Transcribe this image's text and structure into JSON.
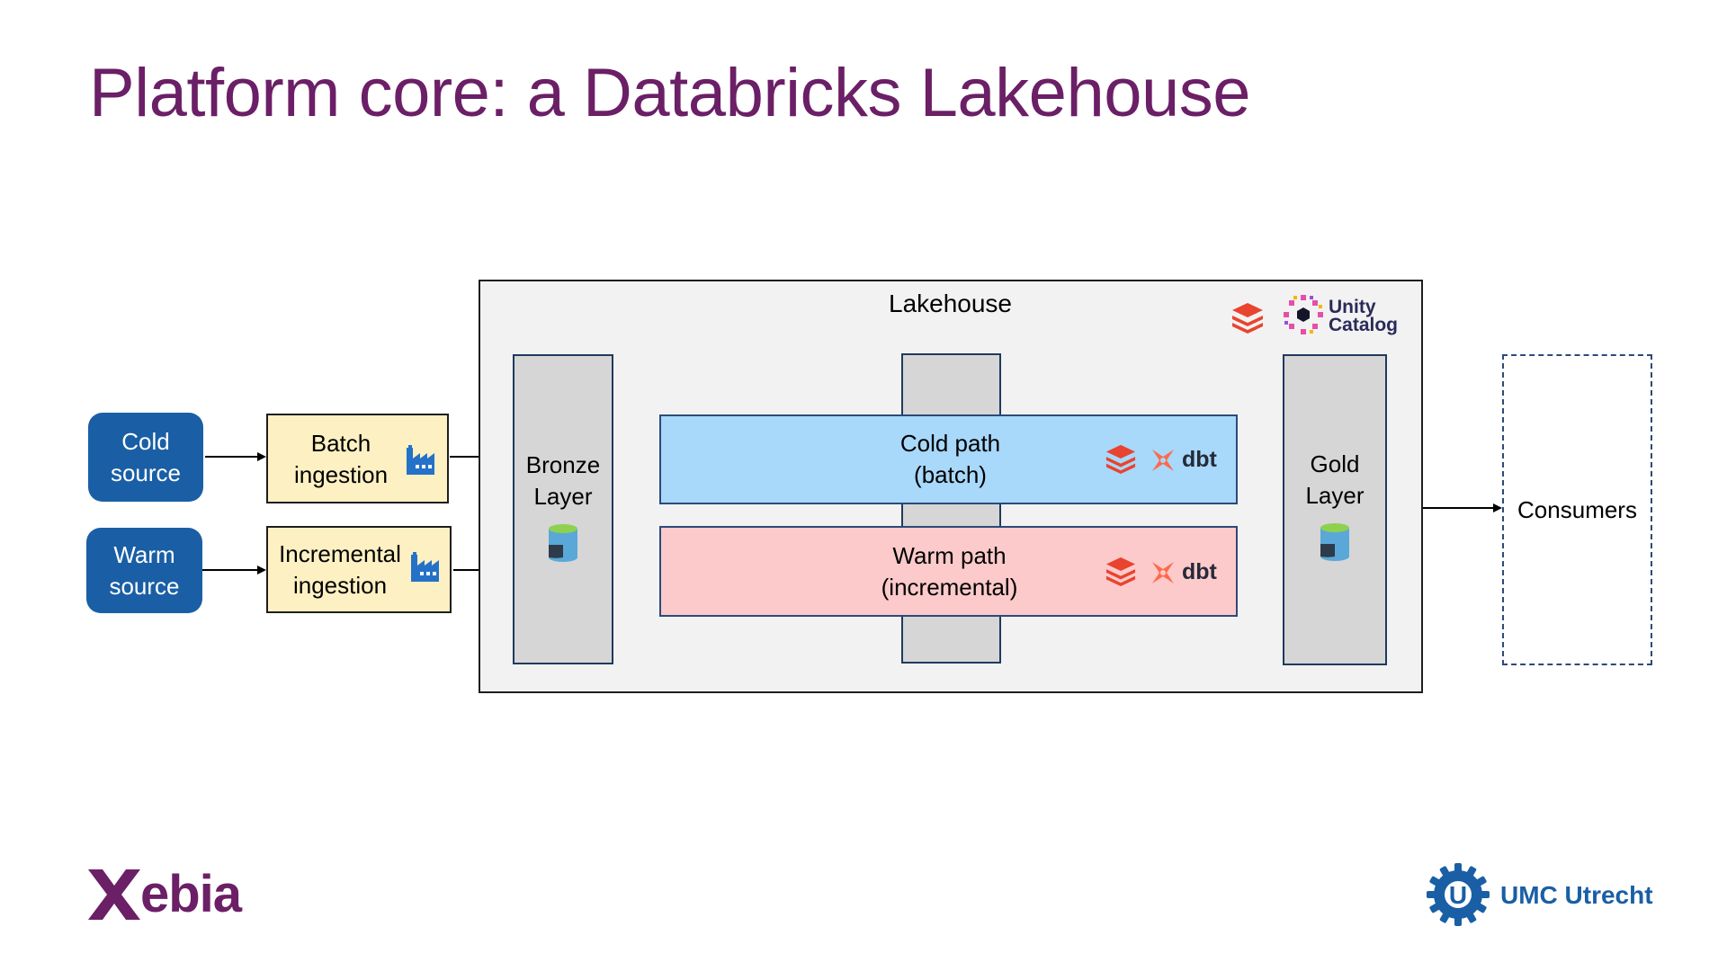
{
  "title": "Platform core: a Databricks Lakehouse",
  "colors": {
    "title": "#6b1f66",
    "source_fill": "#1a5fa5",
    "ingestion_fill": "#fdf0c2",
    "lakehouse_fill": "#f2f2f2",
    "pillar_fill": "#d6d6d6",
    "cold_path_fill": "#a8d8fa",
    "warm_path_fill": "#fccaca",
    "databricks_red": "#e8442f",
    "dbt_orange": "#ff694a",
    "xebia_purple": "#6b1f66",
    "umc_blue": "#1a5fa5"
  },
  "sources": [
    {
      "label": "Cold\nsource"
    },
    {
      "label": "Warm\nsource"
    }
  ],
  "ingestion": [
    {
      "label": "Batch\ningestion",
      "icon": "factory-icon"
    },
    {
      "label": "Incremental\ningestion",
      "icon": "factory-icon"
    }
  ],
  "lakehouse": {
    "title": "Lakehouse",
    "unity_catalog": {
      "line1": "Unity",
      "line2": "Catalog"
    }
  },
  "bronze": {
    "label": "Bronze\nLayer",
    "icon": "storage-icon"
  },
  "gold": {
    "label": "Gold\nLayer",
    "icon": "storage-icon"
  },
  "paths": [
    {
      "label": "Cold path\n(batch)",
      "tool": "dbt"
    },
    {
      "label": "Warm path\n(incremental)",
      "tool": "dbt"
    }
  ],
  "consumers": {
    "label": "Consumers"
  },
  "footer": {
    "left_logo": "Xebia",
    "right_logo": "UMC Utrecht",
    "right_logo_mark": "U"
  }
}
